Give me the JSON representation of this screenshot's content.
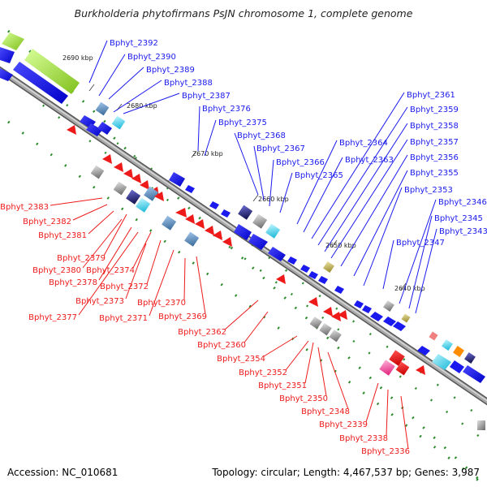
{
  "title": "Burkholderia phytofirmans PsJN chromosome 1, complete genome",
  "footer": {
    "accession": "Accession: NC_010681",
    "summary": "Topology: circular; Length: 4,467,537 bp; Genes: 3,987"
  },
  "ticks": [
    "2690 kbp",
    "2680 kbp",
    "2670 kbp",
    "2660 kbp",
    "2650 kbp",
    "2640 kbp"
  ],
  "forward_labels": [
    "Bphyt_2392",
    "Bphyt_2390",
    "Bphyt_2389",
    "Bphyt_2388",
    "Bphyt_2387",
    "Bphyt_2376",
    "Bphyt_2375",
    "Bphyt_2368",
    "Bphyt_2367",
    "Bphyt_2366",
    "Bphyt_2365",
    "Bphyt_2364",
    "Bphyt_2363",
    "Bphyt_2361",
    "Bphyt_2359",
    "Bphyt_2358",
    "Bphyt_2357",
    "Bphyt_2356",
    "Bphyt_2355",
    "Bphyt_2353",
    "Bphyt_2346",
    "Bphyt_2345",
    "Bphyt_2343",
    "Bphyt_2347"
  ],
  "reverse_labels": [
    "Bphyt_2383",
    "Bphyt_2382",
    "Bphyt_2381",
    "Bphyt_2379",
    "Bphyt_2380",
    "Bphyt_2374",
    "Bphyt_2378",
    "Bphyt_2372",
    "Bphyt_2373",
    "Bphyt_2370",
    "Bphyt_2377",
    "Bphyt_2371",
    "Bphyt_2369",
    "Bphyt_2362",
    "Bphyt_2360",
    "Bphyt_2354",
    "Bphyt_2352",
    "Bphyt_2351",
    "Bphyt_2350",
    "Bphyt_2348",
    "Bphyt_2339",
    "Bphyt_2338",
    "Bphyt_2336"
  ],
  "colors": {
    "forward": "#1a1aee",
    "reverse": "#ee1a1a",
    "backbone": "#8c8c8c",
    "gc_dots": "#2e8b2e"
  }
}
